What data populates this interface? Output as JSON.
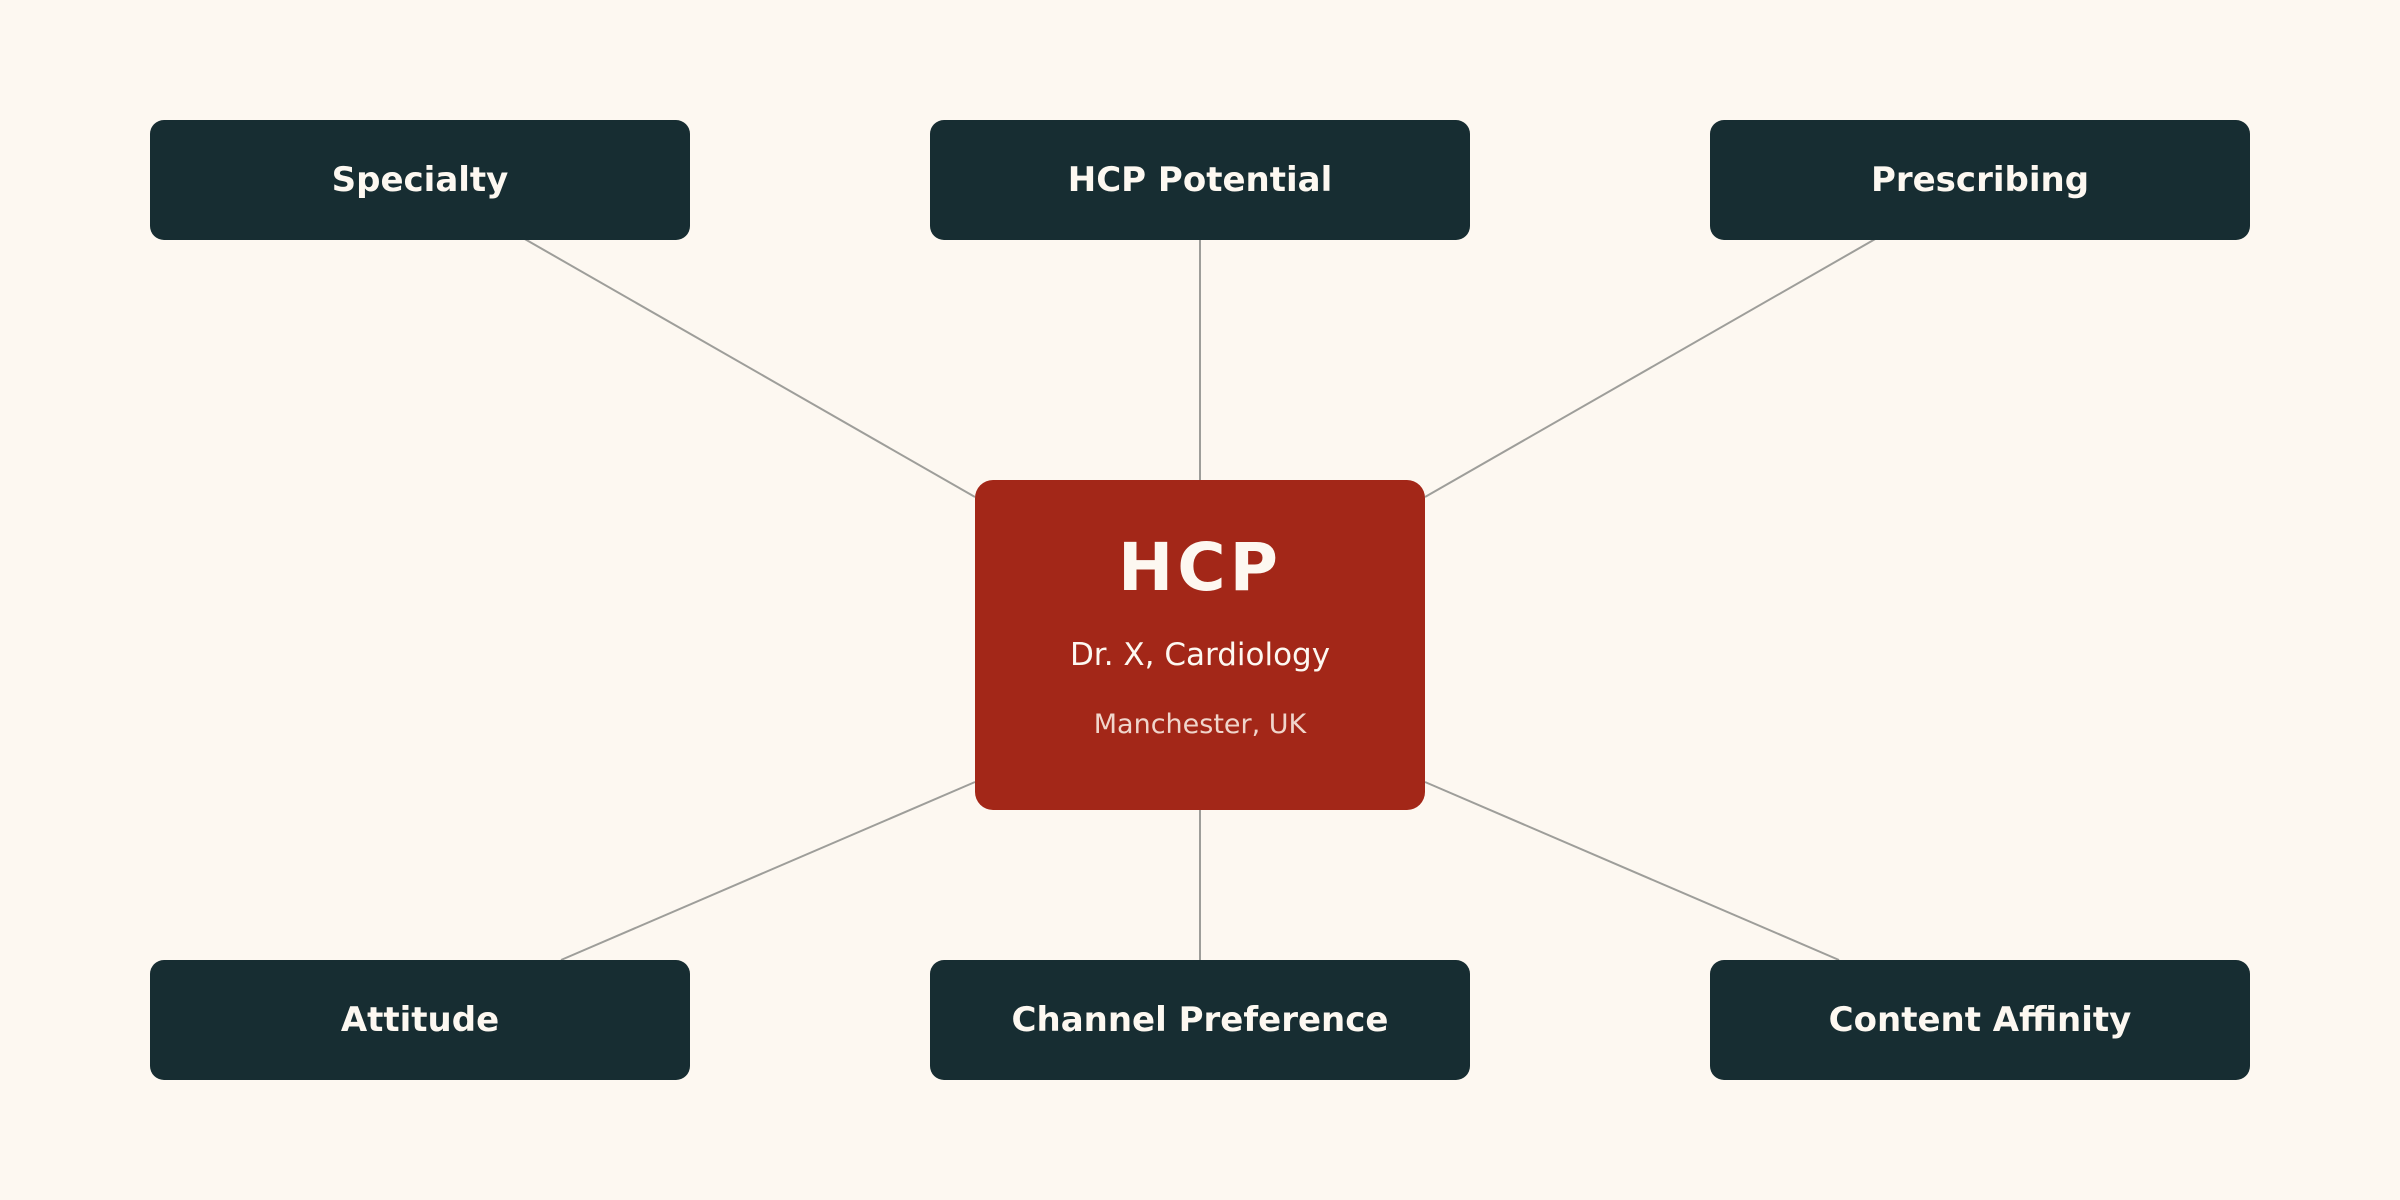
{
  "diagram": {
    "center": {
      "title": "HCP",
      "subtitle": "Dr. X, Cardiology",
      "location": "Manchester, UK"
    },
    "nodes": [
      {
        "label": "Specialty"
      },
      {
        "label": "HCP Potential"
      },
      {
        "label": "Prescribing"
      },
      {
        "label": "Attitude"
      },
      {
        "label": "Channel Preference"
      },
      {
        "label": "Content Affinity"
      }
    ]
  },
  "colors": {
    "background": "#fdf8f1",
    "node_fill": "#172d32",
    "hub_fill": "#a32718",
    "text": "#fdf8f1",
    "connector": "#9e9e9a"
  }
}
